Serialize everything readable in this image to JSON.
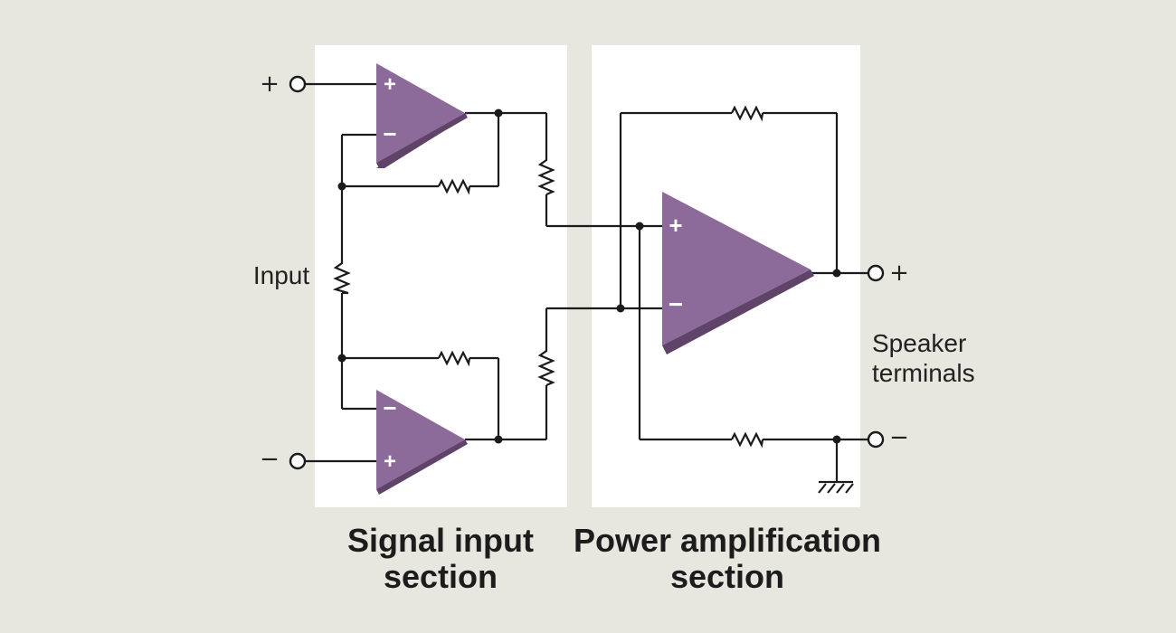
{
  "sections": {
    "signal_input": [
      "Signal input",
      "section"
    ],
    "power_amplification": [
      "Power amplification",
      "section"
    ]
  },
  "labels": {
    "input": "Input",
    "speaker_terminals": [
      "Speaker",
      "terminals"
    ],
    "input_plus": "+",
    "input_minus": "−",
    "output_plus": "+",
    "output_minus": "−"
  },
  "opamp_signs": {
    "plus": "+",
    "minus": "−"
  },
  "colors": {
    "background": "#e7e6df",
    "section_panel": "#ffffff",
    "opamp": "#8c6a99",
    "opamp_shadow": "#5f4369",
    "wire": "#1b1b1b"
  },
  "icons": [
    "op-amp-icon",
    "resistor-icon",
    "ground-icon",
    "terminal-icon"
  ]
}
